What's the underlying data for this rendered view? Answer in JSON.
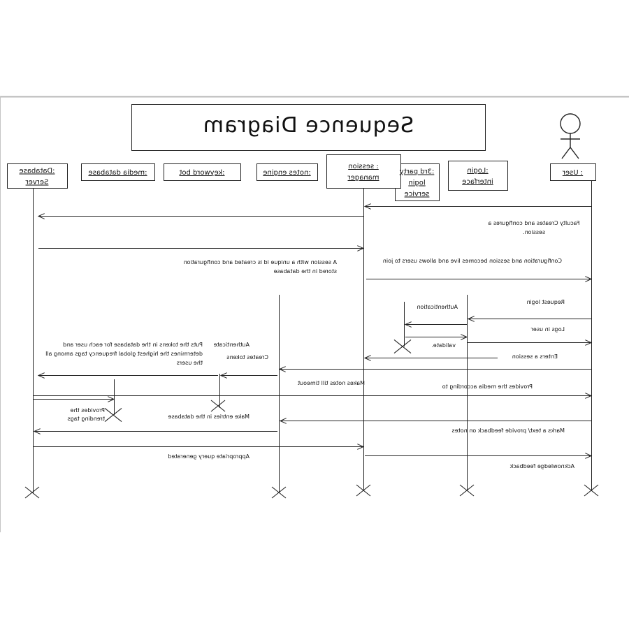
{
  "title": "Sequence Diagram",
  "actor_icon": "stick-figure-icon",
  "participants": [
    {
      "id": "user",
      "lines": [
        ": User"
      ]
    },
    {
      "id": "login-interface",
      "lines": [
        ":Login",
        "interface"
      ]
    },
    {
      "id": "third-party-login",
      "lines": [
        ":3rd party",
        "login",
        "service"
      ]
    },
    {
      "id": "session-manager",
      "lines": [
        ": session",
        "manager"
      ]
    },
    {
      "id": "notes-engine",
      "lines": [
        ":notes engine"
      ]
    },
    {
      "id": "keyword-bot",
      "lines": [
        ":keyword bot"
      ]
    },
    {
      "id": "media-database",
      "lines": [
        ":media database"
      ]
    },
    {
      "id": "database-server",
      "lines": [
        ":Database",
        "Server"
      ]
    }
  ],
  "messages": [
    {
      "id": "m1",
      "lines": [
        "Faculty Creates and configures a",
        "session."
      ]
    },
    {
      "id": "m2",
      "lines": [
        "A session with a unique id is created and configuration",
        "stored in the database"
      ]
    },
    {
      "id": "m3",
      "lines": [
        "Configuration and session becomes live and allows users to join"
      ]
    },
    {
      "id": "m4",
      "lines": [
        "Request login"
      ]
    },
    {
      "id": "m5",
      "lines": [
        "Authentication"
      ]
    },
    {
      "id": "m6",
      "lines": [
        "Logs in user"
      ]
    },
    {
      "id": "m7",
      "lines": [
        "validate."
      ]
    },
    {
      "id": "m8",
      "lines": [
        "Enters a session"
      ]
    },
    {
      "id": "m9",
      "lines": [
        "Authenticate"
      ]
    },
    {
      "id": "m10",
      "lines": [
        "Creates tokens"
      ]
    },
    {
      "id": "m11",
      "lines": [
        "Puts the tokens in the database for each user and",
        "determines the highest global frequency tags among all",
        "the users"
      ]
    },
    {
      "id": "m12",
      "lines": [
        "Makes notes till timeout"
      ]
    },
    {
      "id": "m13",
      "lines": [
        "Provides the media according to"
      ]
    },
    {
      "id": "m14",
      "lines": [
        "Provides the",
        "trending tags"
      ]
    },
    {
      "id": "m15",
      "lines": [
        "Make entries in the database"
      ]
    },
    {
      "id": "m16",
      "lines": [
        "Marks a text/ provide feedback on notes"
      ]
    },
    {
      "id": "m17",
      "lines": [
        "Appropriate query generated"
      ]
    },
    {
      "id": "m18",
      "lines": [
        "Acknowledge feedback"
      ]
    }
  ]
}
